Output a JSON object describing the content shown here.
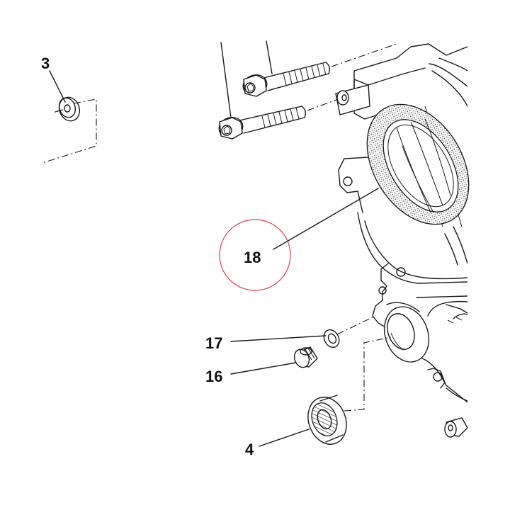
{
  "diagram": {
    "callouts": [
      {
        "id": "3",
        "label": "3"
      },
      {
        "id": "18",
        "label": "18"
      },
      {
        "id": "17",
        "label": "17"
      },
      {
        "id": "16",
        "label": "16"
      },
      {
        "id": "4",
        "label": "4"
      }
    ],
    "highlighted_callout": "18",
    "highlight_color": "#d9414b",
    "line_color": "#1a1a1a",
    "background_color": "#ffffff"
  }
}
